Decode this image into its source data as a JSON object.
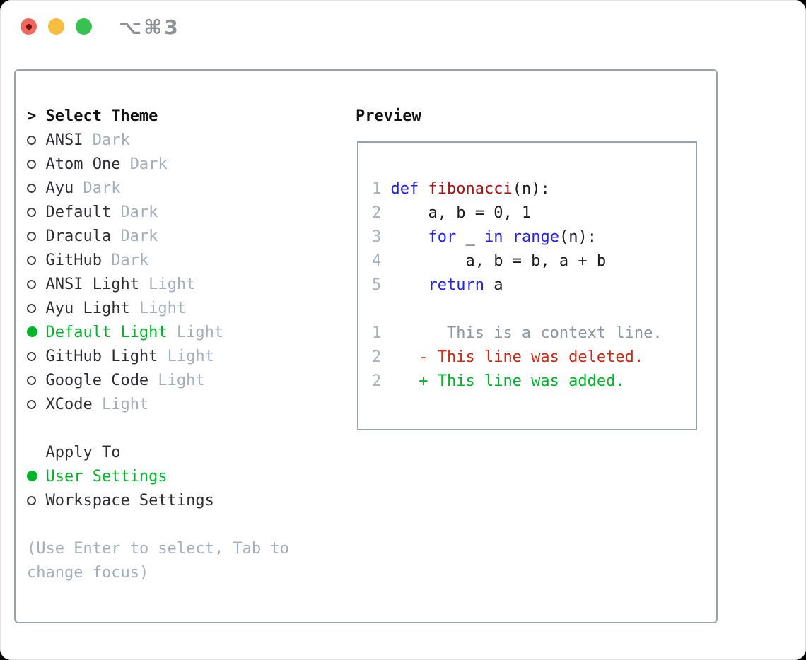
{
  "window": {
    "title": "⌥⌘3",
    "traffic_lights": {
      "close": "close-button",
      "minimize": "minimize-button",
      "zoom": "zoom-button"
    }
  },
  "colors": {
    "accent_green": "#00b32b",
    "keyword_blue": "#2222e0",
    "function_red": "#a31515",
    "deleted_red": "#cc2a14",
    "muted_gray": "#a5aeb9",
    "border_gray": "#99a3ae"
  },
  "theme_picker": {
    "header_marker": ">",
    "header": "Select Theme",
    "items": [
      {
        "name": "ANSI",
        "variant": "Dark",
        "selected": false
      },
      {
        "name": "Atom One",
        "variant": "Dark",
        "selected": false
      },
      {
        "name": "Ayu",
        "variant": "Dark",
        "selected": false
      },
      {
        "name": "Default",
        "variant": "Dark",
        "selected": false
      },
      {
        "name": "Dracula",
        "variant": "Dark",
        "selected": false
      },
      {
        "name": "GitHub",
        "variant": "Dark",
        "selected": false
      },
      {
        "name": "ANSI Light",
        "variant": "Light",
        "selected": false
      },
      {
        "name": "Ayu Light",
        "variant": "Light",
        "selected": false
      },
      {
        "name": "Default Light",
        "variant": "Light",
        "selected": true
      },
      {
        "name": "GitHub Light",
        "variant": "Light",
        "selected": false
      },
      {
        "name": "Google Code",
        "variant": "Light",
        "selected": false
      },
      {
        "name": "XCode",
        "variant": "Light",
        "selected": false
      }
    ],
    "apply_to": {
      "header": "Apply To",
      "items": [
        {
          "name": "User Settings",
          "selected": true
        },
        {
          "name": "Workspace Settings",
          "selected": false
        }
      ]
    },
    "hint_lines": [
      "(Use Enter to select, Tab to",
      "change focus)"
    ]
  },
  "preview": {
    "header": "Preview",
    "code_lines": [
      {
        "segments": [
          {
            "t": "1 ",
            "c": "num"
          },
          {
            "t": "def",
            "c": "kw"
          },
          {
            "t": " ",
            "c": "plain"
          },
          {
            "t": "fibonacci",
            "c": "fn"
          },
          {
            "t": "(n):",
            "c": "plain"
          }
        ]
      },
      {
        "segments": [
          {
            "t": "2 ",
            "c": "num"
          },
          {
            "t": "    a, b = 0, 1",
            "c": "plain"
          }
        ]
      },
      {
        "segments": [
          {
            "t": "3 ",
            "c": "num"
          },
          {
            "t": "    ",
            "c": "plain"
          },
          {
            "t": "for",
            "c": "kw"
          },
          {
            "t": " _ ",
            "c": "plain"
          },
          {
            "t": "in",
            "c": "kw"
          },
          {
            "t": " ",
            "c": "plain"
          },
          {
            "t": "range",
            "c": "kw"
          },
          {
            "t": "(n):",
            "c": "plain"
          }
        ]
      },
      {
        "segments": [
          {
            "t": "4 ",
            "c": "num"
          },
          {
            "t": "        a, b = b, a + b",
            "c": "plain"
          }
        ]
      },
      {
        "segments": [
          {
            "t": "5 ",
            "c": "num"
          },
          {
            "t": "    ",
            "c": "plain"
          },
          {
            "t": "return",
            "c": "kw"
          },
          {
            "t": " a",
            "c": "plain"
          }
        ]
      },
      {
        "segments": []
      },
      {
        "segments": [
          {
            "t": "1 ",
            "c": "num"
          },
          {
            "t": "      This is a context line.",
            "c": "ctx"
          }
        ]
      },
      {
        "segments": [
          {
            "t": "2 ",
            "c": "num"
          },
          {
            "t": "   - This line was deleted.",
            "c": "del"
          }
        ]
      },
      {
        "segments": [
          {
            "t": "2 ",
            "c": "num"
          },
          {
            "t": "   + This line was added.",
            "c": "add"
          }
        ]
      }
    ]
  }
}
